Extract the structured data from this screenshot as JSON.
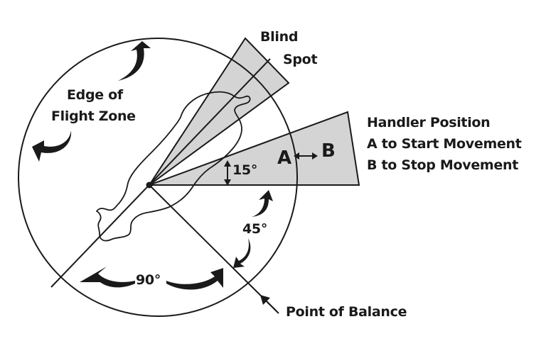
{
  "title": "Flight Zone Diagram",
  "labels": {
    "blind_spot_line1": "Blind",
    "blind_spot_line2": "Spot",
    "edge_line1": "Edge of",
    "edge_line2": "Flight Zone",
    "handler_title": "Handler Position",
    "handler_a": "A to Start Movement",
    "handler_b": "B to Stop Movement",
    "point_of_balance": "Point of Balance",
    "pos_a": "A",
    "pos_b": "B"
  },
  "angles": {
    "handler_wedge": "15°",
    "balance_offset": "45°",
    "rear_span": "90°"
  },
  "angle_values": {
    "handler_wedge_deg": 15,
    "balance_offset_deg": 45,
    "rear_span_deg": 90
  },
  "colors": {
    "ink": "#1a1a1a",
    "wedge_fill": "#d4d4d4",
    "background": "#ffffff"
  }
}
